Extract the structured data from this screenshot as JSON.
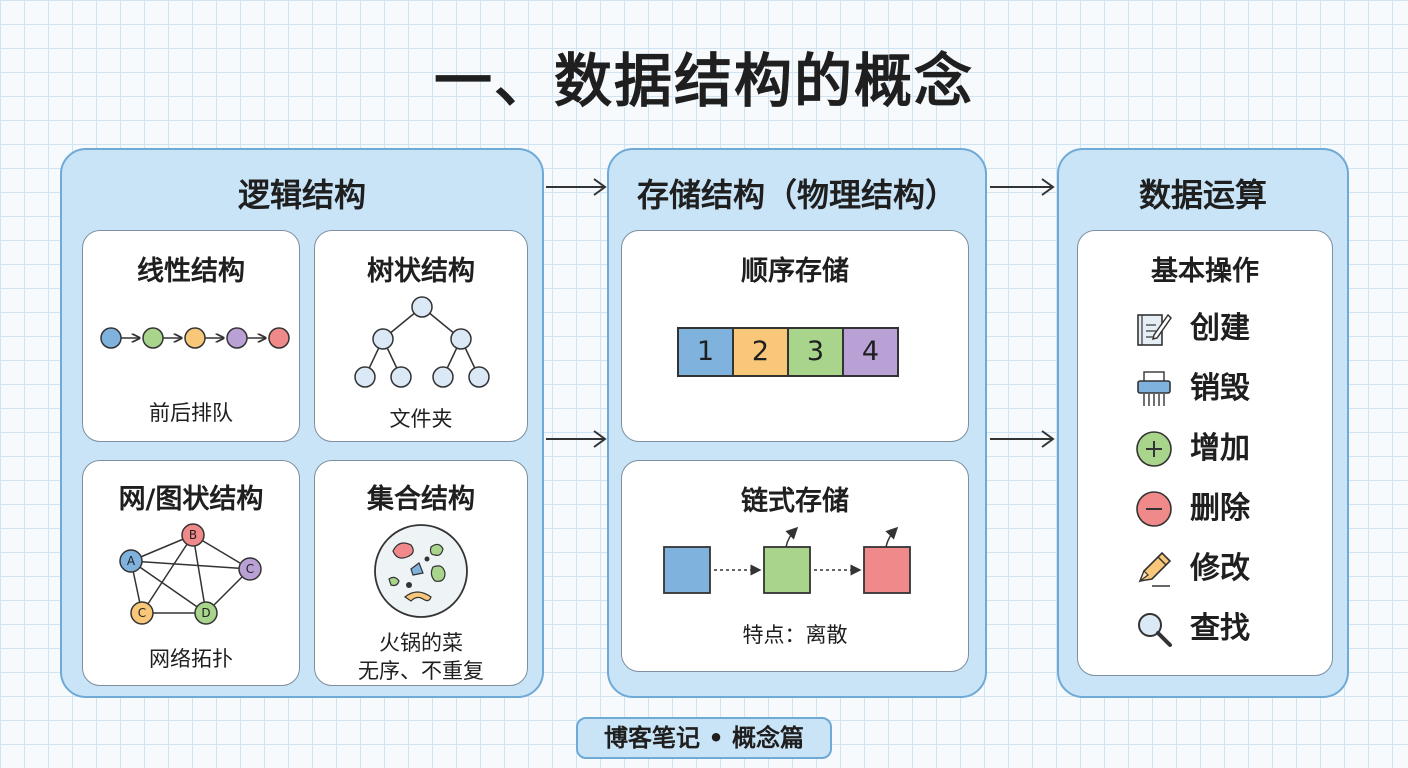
{
  "title": "一、数据结构的概念",
  "logical": {
    "title": "逻辑结构",
    "linear": {
      "title": "线性结构",
      "caption": "前后排队"
    },
    "tree": {
      "title": "树状结构",
      "caption": "文件夹"
    },
    "graph": {
      "title": "网/图状结构",
      "caption": "网络拓扑",
      "nodes": [
        "A",
        "B",
        "C",
        "C",
        "D"
      ]
    },
    "set": {
      "title": "集合结构",
      "caption_line1": "火锅的菜",
      "caption_line2": "无序、不重复"
    }
  },
  "storage": {
    "title": "存储结构（物理结构）",
    "sequential": {
      "title": "顺序存储",
      "cells": [
        "1",
        "2",
        "3",
        "4"
      ]
    },
    "linked": {
      "title": "链式存储",
      "caption": "特点：离散"
    }
  },
  "operations": {
    "title": "数据运算",
    "card_title": "基本操作",
    "items": [
      {
        "icon": "edit-notebook-icon",
        "label": "创建"
      },
      {
        "icon": "shredder-icon",
        "label": "销毁"
      },
      {
        "icon": "plus-circle-icon",
        "label": "增加"
      },
      {
        "icon": "minus-circle-icon",
        "label": "删除"
      },
      {
        "icon": "pencil-icon",
        "label": "修改"
      },
      {
        "icon": "magnifier-icon",
        "label": "查找"
      }
    ]
  },
  "footer": "博客笔记 • 概念篇",
  "colors": {
    "blue": "#7fb3de",
    "orange": "#f9c77a",
    "green": "#a8d48b",
    "purple": "#b9a1d6",
    "red": "#f08a8a",
    "panel": "#c9e4f7",
    "panel_border": "#6fa9d6"
  }
}
